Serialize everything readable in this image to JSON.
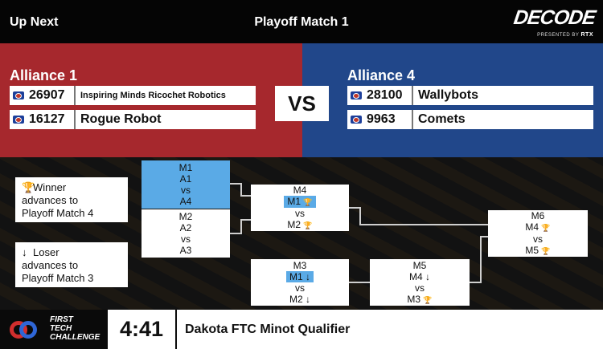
{
  "header": {
    "up_next": "Up Next",
    "match_title": "Playoff Match 1",
    "logo_word": "DECODE",
    "logo_presented": "PRESENTED BY",
    "logo_sponsor": "RTX"
  },
  "alliances": {
    "left": {
      "name": "Alliance 1",
      "teams": [
        {
          "number": "26907",
          "name": "Inspiring Minds Ricochet Robotics"
        },
        {
          "number": "16127",
          "name": "Rogue Robot"
        }
      ]
    },
    "right": {
      "name": "Alliance 4",
      "teams": [
        {
          "number": "28100",
          "name": "Wallybots"
        },
        {
          "number": "9963",
          "name": "Comets"
        }
      ]
    },
    "vs": "VS"
  },
  "legend": {
    "winner": {
      "icon": "trophy-icon",
      "line1": "Winner",
      "line2": "advances to",
      "line3": "Playoff Match 4"
    },
    "loser": {
      "icon": "down-arrow-icon",
      "line1": "Loser",
      "line2": "advances to",
      "line3": "Playoff Match 3"
    }
  },
  "bracket": {
    "m1": {
      "title": "M1",
      "a": "A1",
      "vs": "vs",
      "b": "A4"
    },
    "m2": {
      "title": "M2",
      "a": "A2",
      "vs": "vs",
      "b": "A3"
    },
    "m4": {
      "title": "M4",
      "a": "M1",
      "vs": "vs",
      "b": "M2"
    },
    "m3": {
      "title": "M3",
      "a": "M1",
      "vs": "vs",
      "b": "M2"
    },
    "m5": {
      "title": "M5",
      "a": "M4",
      "vs": "vs",
      "b": "M3"
    },
    "m6": {
      "title": "M6",
      "a": "M4",
      "vs": "vs",
      "b": "M5"
    }
  },
  "footer": {
    "program_line1": "FIRST",
    "program_line2": "TECH",
    "program_line3": "CHALLENGE",
    "timer": "4:41",
    "event_name": "Dakota FTC Minot Qualifier"
  },
  "colors": {
    "red_alliance": "#a6282d",
    "blue_alliance": "#21478a",
    "highlight": "#5aaae6"
  }
}
